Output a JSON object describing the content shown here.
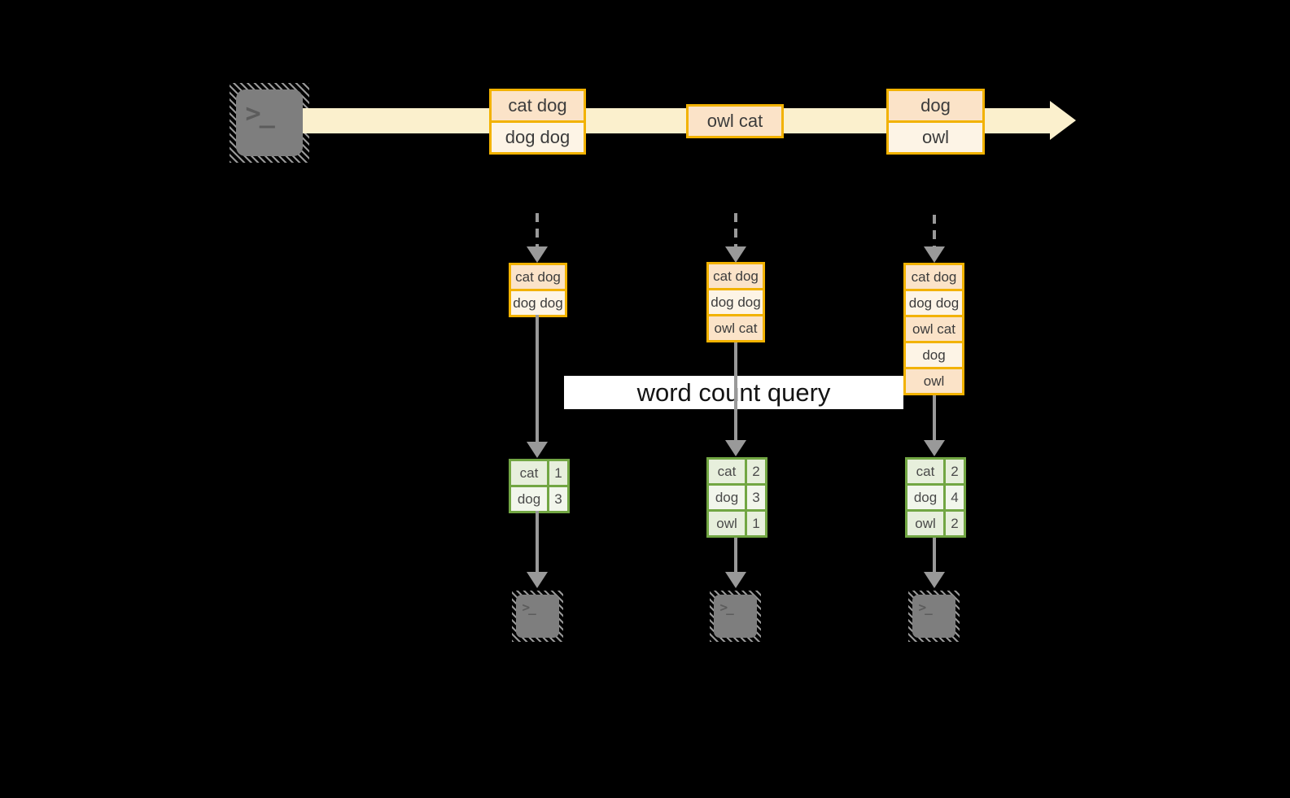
{
  "terminal_glyph": ">_",
  "query_label": "word count query",
  "stream": {
    "events": [
      {
        "lines": [
          "cat dog",
          "dog dog"
        ]
      },
      {
        "lines": [
          "owl cat"
        ]
      },
      {
        "lines": [
          "dog",
          "owl"
        ]
      }
    ]
  },
  "columns": [
    {
      "buffer": [
        "cat dog",
        "dog dog"
      ],
      "counts": [
        [
          "cat",
          "1"
        ],
        [
          "dog",
          "3"
        ]
      ]
    },
    {
      "buffer": [
        "cat dog",
        "dog dog",
        "owl cat"
      ],
      "counts": [
        [
          "cat",
          "2"
        ],
        [
          "dog",
          "3"
        ],
        [
          "owl",
          "1"
        ]
      ]
    },
    {
      "buffer": [
        "cat dog",
        "dog dog",
        "owl cat",
        "dog",
        "owl"
      ],
      "counts": [
        [
          "cat",
          "2"
        ],
        [
          "dog",
          "4"
        ],
        [
          "owl",
          "2"
        ]
      ]
    }
  ],
  "colors": {
    "background": "#000000",
    "stream_band": "#FBF0CD",
    "event_border": "#F2B200",
    "event_fill_peach": "#FBE3C8",
    "event_fill_cream": "#FDF4E6",
    "table_border": "#72A643",
    "table_fill_a": "#E7EFDC",
    "table_fill_b": "#F2F6EC",
    "arrow_gray": "#999999",
    "terminal_gray": "#7E7E7E",
    "query_label_bg": "#FFFFFF",
    "text_dark": "#3C3C3C"
  }
}
